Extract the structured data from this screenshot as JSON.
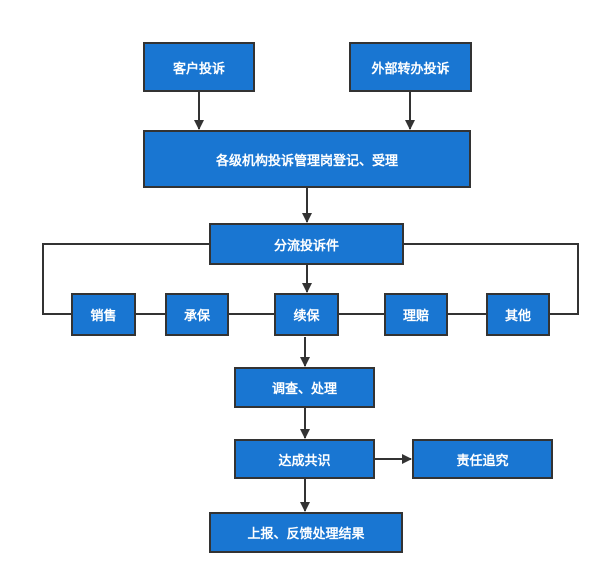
{
  "colors": {
    "box_fill": "#1976d2",
    "border": "#333333",
    "text": "#ffffff"
  },
  "nodes": {
    "customer_complaint": "客户投诉",
    "external_referral": "外部转办投诉",
    "register_accept": "各级机构投诉管理岗登记、受理",
    "dispatch": "分流投诉件",
    "sales": "销售",
    "underwriting": "承保",
    "renewal": "续保",
    "claims": "理赔",
    "other": "其他",
    "investigate": "调查、处理",
    "consensus": "达成共识",
    "accountability": "责任追究",
    "report": "上报、反馈处理结果"
  }
}
